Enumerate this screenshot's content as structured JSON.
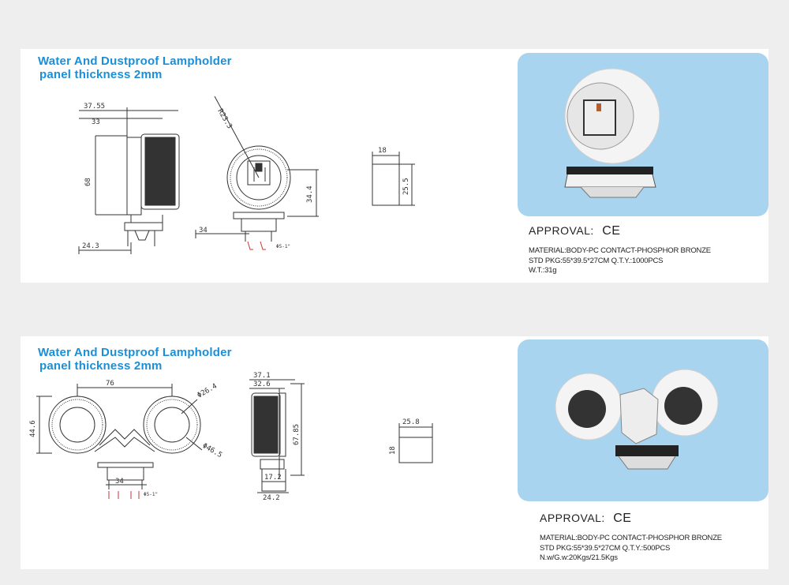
{
  "product1": {
    "title_line1": "Water And Dustproof Lampholder",
    "title_line2": "panel thickness 2mm",
    "dims": [
      "37.55",
      "33",
      "68",
      "24.3",
      "R23.3",
      "34.4",
      "34",
      "Φ5-1\"",
      "18",
      "25.5"
    ],
    "approval": "APPROVAL:",
    "ce_mark": "CE",
    "material": "MATERIAL:BODY-PC CONTACT-PHOSPHOR BRONZE",
    "pkg": "STD PKG:55*39.5*27CM   Q.T.Y.:1000PCS",
    "weight": "W.T.:31g"
  },
  "product2": {
    "title_line1": "Water And Dustproof Lampholder",
    "title_line2": "panel thickness 2mm",
    "dims": [
      "76",
      "Φ26.4",
      "Φ46.5",
      "44.6",
      "34",
      "Φ5-1\"",
      "37.1",
      "32.6",
      "67.85",
      "17.2",
      "24.2",
      "25.8",
      "18"
    ],
    "approval": "APPROVAL:",
    "ce_mark": "CE",
    "material": "MATERIAL:BODY-PC CONTACT-PHOSPHOR BRONZE",
    "pkg": "STD PKG:55*39.5*27CM   Q.T.Y.:500PCS",
    "weight": "N.w/G.w:20Kgs/21.5Kgs"
  },
  "colors": {
    "title": "#1a8fd8",
    "photo_bg": "#a8d4ef",
    "page_bg": "#eeeeef"
  }
}
